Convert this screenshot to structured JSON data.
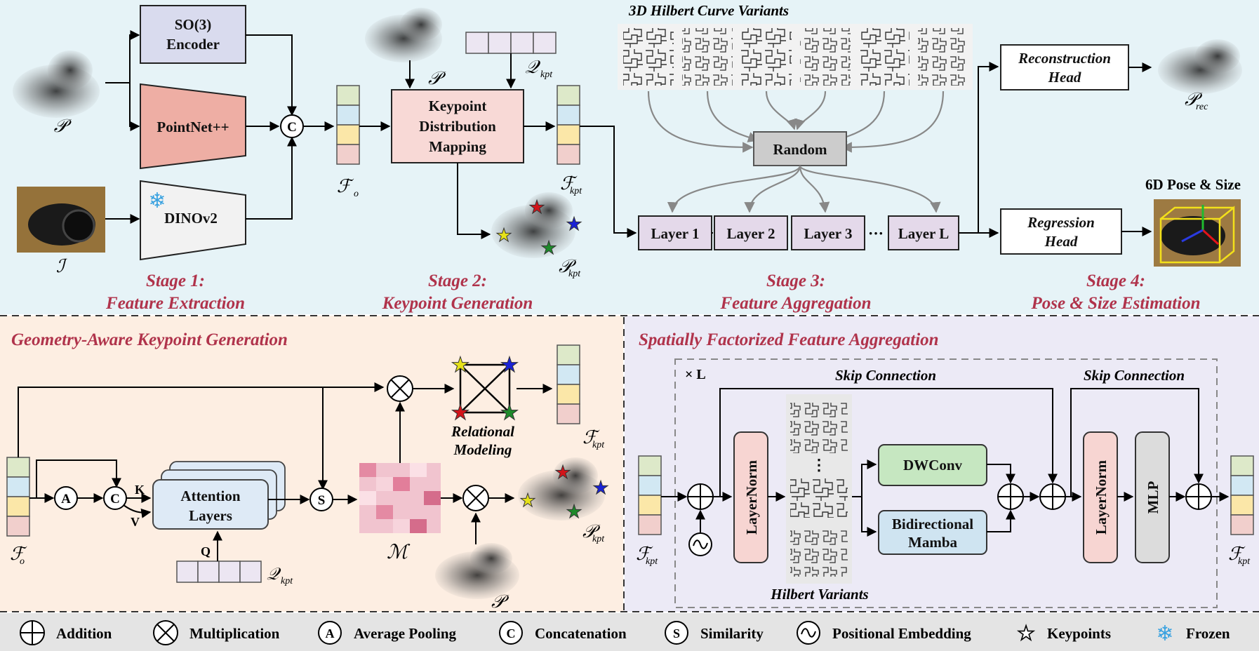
{
  "stage1": {
    "so3_encoder": [
      "SO(3)",
      "Encoder"
    ],
    "pointnet": "PointNet++",
    "dinov2": "DINOv2",
    "sym_p": "𝒫",
    "sym_i": "ℐ",
    "sym_fo": "ℱ",
    "sym_fo_sub": "o",
    "title": [
      "Stage 1:",
      "Feature Extraction"
    ]
  },
  "stage2": {
    "kdm": [
      "Keypoint",
      "Distribution",
      "Mapping"
    ],
    "sym_q": "𝒬",
    "sym_q_sub": "kpt",
    "sym_fkpt": "ℱ",
    "sym_fkpt_sub": "kpt",
    "sym_pkpt": "𝒫",
    "sym_pkpt_sub": "kpt",
    "title": [
      "Stage 2:",
      "Keypoint Generation"
    ]
  },
  "stage3": {
    "hilbert_title": "3D Hilbert Curve Variants",
    "random": "Random",
    "layers": [
      "Layer 1",
      "Layer 2",
      "Layer 3",
      "Layer L"
    ],
    "ellipsis": "···",
    "title": [
      "Stage 3:",
      "Feature Aggregation"
    ]
  },
  "stage4": {
    "recon_head": [
      "Reconstruction",
      "Head"
    ],
    "reg_head": [
      "Regression",
      "Head"
    ],
    "pose_title": "6D Pose & Size",
    "sym_prec": "𝒫",
    "sym_prec_sub": "rec",
    "title": [
      "Stage 4:",
      "Pose & Size Estimation"
    ]
  },
  "gakg": {
    "title": "Geometry-Aware Keypoint Generation",
    "attention": [
      "Attention",
      "Layers"
    ],
    "relational": [
      "Relational",
      "Modeling"
    ],
    "op_a": "A",
    "op_c": "C",
    "op_s": "S",
    "label_k": "K",
    "label_v": "V",
    "label_q": "Q",
    "sym_m": "ℳ"
  },
  "sffa": {
    "title": "Spatially Factorized  Feature Aggregation",
    "times_l": "× L",
    "skip1": "Skip Connection",
    "skip2": "Skip Connection",
    "layernorm": "LayerNorm",
    "dwconv": "DWConv",
    "mamba": [
      "Bidirectional",
      "Mamba"
    ],
    "mlp": "MLP",
    "hilbert_variants": "Hilbert Variants",
    "vdots": "⋮"
  },
  "legend": [
    {
      "icon": "addition-icon",
      "label": "Addition"
    },
    {
      "icon": "multiplication-icon",
      "label": "Multiplication"
    },
    {
      "icon": "average-pooling-icon",
      "label": "Average Pooling",
      "glyph": "A"
    },
    {
      "icon": "concatenation-icon",
      "label": "Concatenation",
      "glyph": "C"
    },
    {
      "icon": "similarity-icon",
      "label": "Similarity",
      "glyph": "S"
    },
    {
      "icon": "positional-embedding-icon",
      "label": "Positional Embedding"
    },
    {
      "icon": "keypoints-icon",
      "label": "Keypoints"
    },
    {
      "icon": "frozen-icon",
      "label": "Frozen"
    }
  ],
  "colors": {
    "top_bg": "#e6f3f7",
    "left_bg": "#fdeee2",
    "right_bg": "#eceaf6",
    "stage_text": "#b0334b",
    "so3_fill": "#d9dbee",
    "pointnet_fill": "#eeaea4",
    "kdm_fill": "#f8d9d6",
    "layer_fill": "#e4d9ea",
    "random_fill": "#cccccc",
    "attention_fill": "#deeaf6",
    "layernorm_fill": "#f7d5d2",
    "dwconv_fill": "#c6e7c1",
    "mamba_fill": "#cfe4f1",
    "mlp_fill": "#dcdcdc"
  }
}
